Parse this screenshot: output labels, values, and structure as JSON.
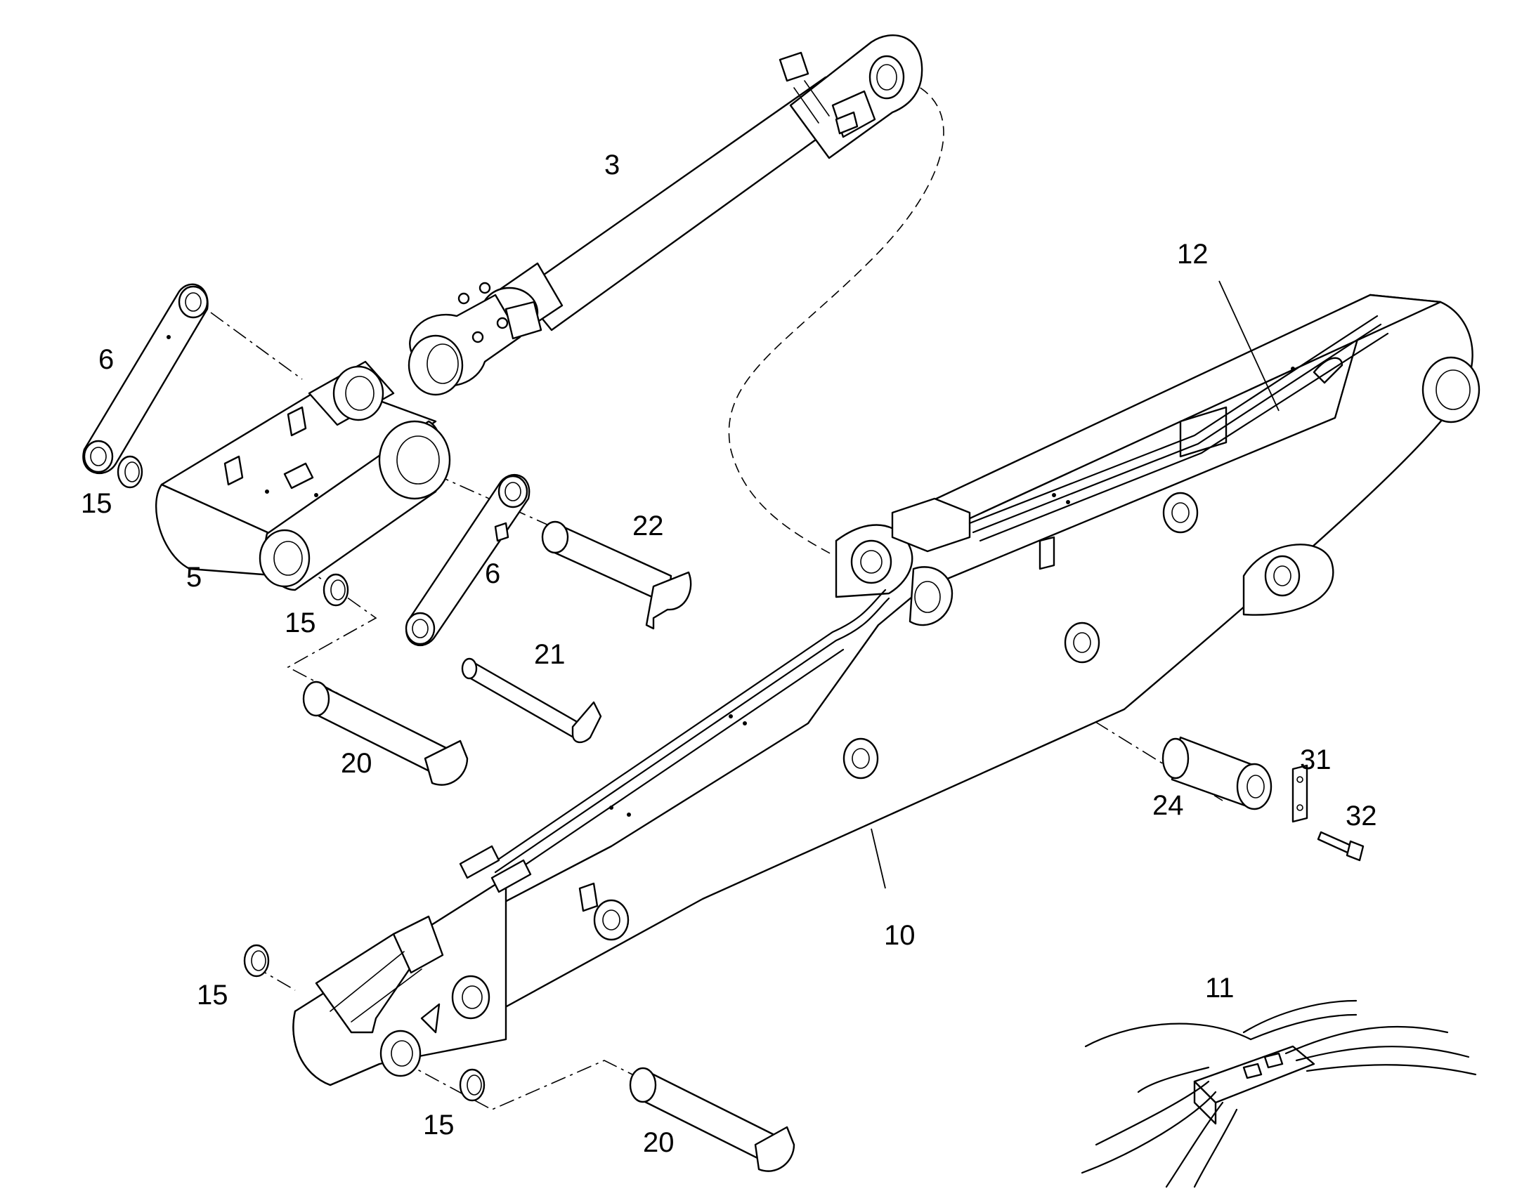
{
  "figure": {
    "background": "#ffffff",
    "line_color": "#000000"
  },
  "callouts": [
    {
      "id": "c3",
      "text": "3"
    },
    {
      "id": "c12",
      "text": "12"
    },
    {
      "id": "c6a",
      "text": "6"
    },
    {
      "id": "c15a",
      "text": "15"
    },
    {
      "id": "c5",
      "text": "5"
    },
    {
      "id": "c15b",
      "text": "15"
    },
    {
      "id": "c22",
      "text": "22"
    },
    {
      "id": "c6b",
      "text": "6"
    },
    {
      "id": "c21",
      "text": "21"
    },
    {
      "id": "c20a",
      "text": "20"
    },
    {
      "id": "c24",
      "text": "24"
    },
    {
      "id": "c31",
      "text": "31"
    },
    {
      "id": "c32",
      "text": "32"
    },
    {
      "id": "c10",
      "text": "10"
    },
    {
      "id": "c15c",
      "text": "15"
    },
    {
      "id": "c11",
      "text": "11"
    },
    {
      "id": "c15d",
      "text": "15"
    },
    {
      "id": "c20b",
      "text": "20"
    }
  ]
}
